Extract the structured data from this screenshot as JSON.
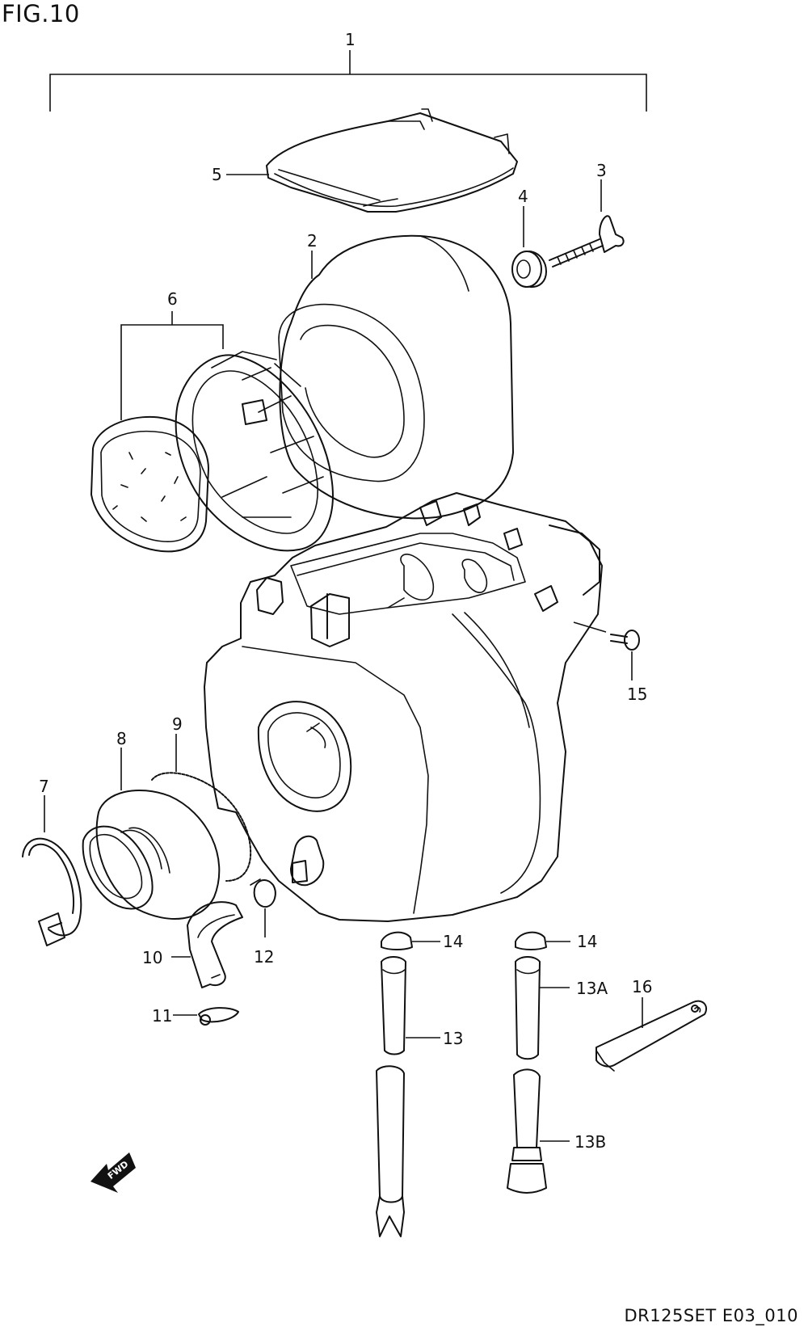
{
  "figure_title": "FIG.10",
  "document_code": "DR125SET E03_010",
  "fwd_label": "FWD",
  "callouts": {
    "c1": "1",
    "c2": "2",
    "c3": "3",
    "c4": "4",
    "c5": "5",
    "c6": "6",
    "c7": "7",
    "c8": "8",
    "c9": "9",
    "c10": "10",
    "c11": "11",
    "c12": "12",
    "c13": "13",
    "c13a": "13A",
    "c13b": "13B",
    "c14a": "14",
    "c14b": "14",
    "c15": "15",
    "c16": "16"
  }
}
